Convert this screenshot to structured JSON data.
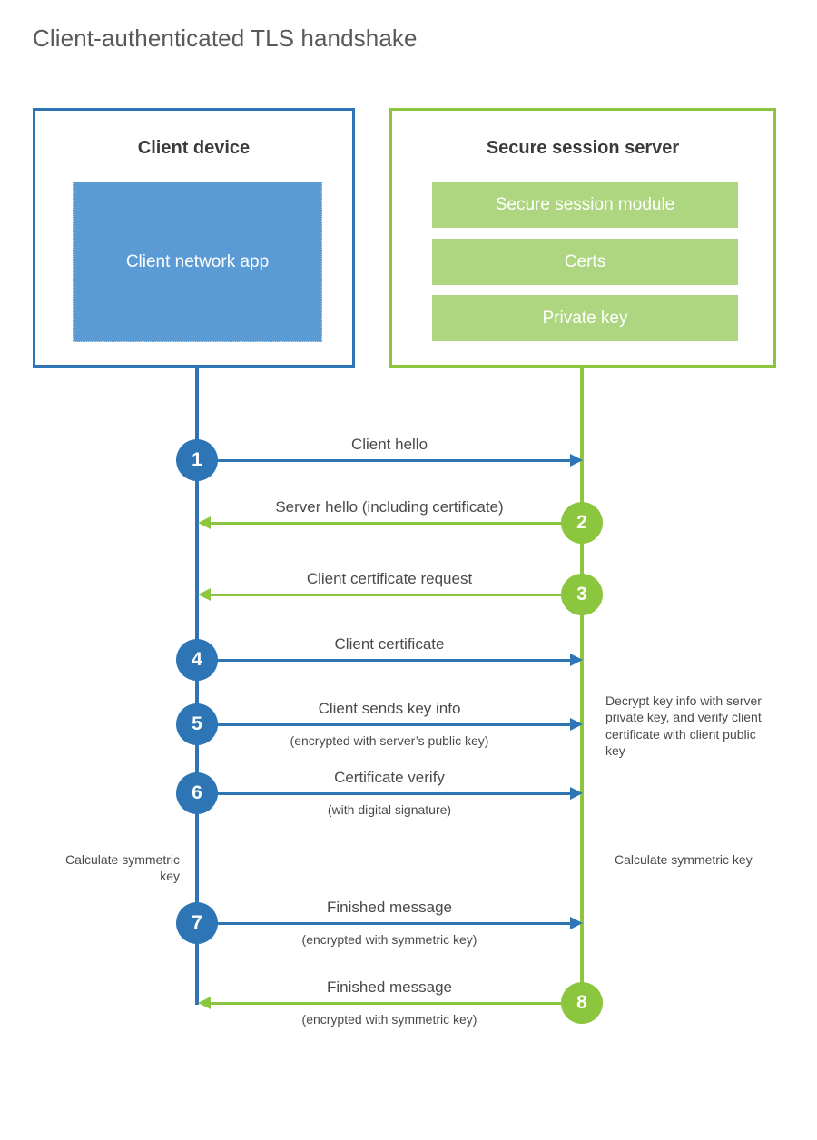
{
  "title": "Client-authenticated TLS handshake",
  "colors": {
    "client_blue": "#2e75b6",
    "client_app_fill": "#5b9bd5",
    "server_green": "#8cc63f",
    "server_bar_fill": "#aed580",
    "text_gray": "#4a4a4a",
    "title_gray": "#58595b",
    "background": "#ffffff"
  },
  "client": {
    "title": "Client device",
    "app_label": "Client network app"
  },
  "server": {
    "title": "Secure session server",
    "components": [
      "Secure session module",
      "Certs",
      "Private key"
    ]
  },
  "messages": [
    {
      "step": "1",
      "label": "Client hello",
      "sublabel": "",
      "direction": "client-to-server",
      "origin": "client"
    },
    {
      "step": "2",
      "label": "Server hello (including certificate)",
      "sublabel": "",
      "direction": "server-to-client",
      "origin": "server"
    },
    {
      "step": "3",
      "label": "Client certificate request",
      "sublabel": "",
      "direction": "server-to-client",
      "origin": "server"
    },
    {
      "step": "4",
      "label": "Client certificate",
      "sublabel": "",
      "direction": "client-to-server",
      "origin": "client"
    },
    {
      "step": "5",
      "label": "Client sends key info",
      "sublabel": "(encrypted with server’s public key)",
      "direction": "client-to-server",
      "origin": "client"
    },
    {
      "step": "6",
      "label": "Certificate verify",
      "sublabel": "(with digital signature)",
      "direction": "client-to-server",
      "origin": "client"
    },
    {
      "step": "7",
      "label": "Finished message",
      "sublabel": "(encrypted with symmetric key)",
      "direction": "client-to-server",
      "origin": "client"
    },
    {
      "step": "8",
      "label": "Finished message",
      "sublabel": "(encrypted with symmetric key)",
      "direction": "server-to-client",
      "origin": "server"
    }
  ],
  "notes": {
    "decrypt": "Decrypt key info with server private key, and verify client certificate with client public key",
    "calculate_client": "Calculate symmetric key",
    "calculate_server": "Calculate symmetric key"
  }
}
